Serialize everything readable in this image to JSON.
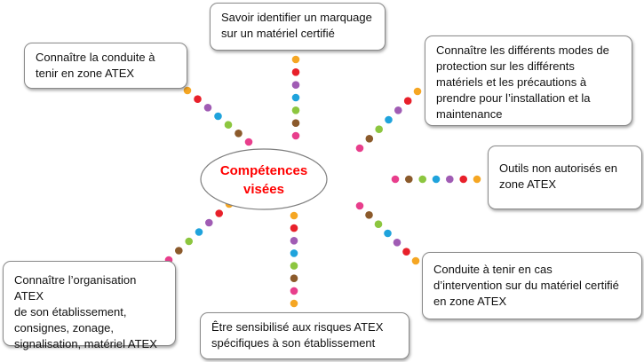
{
  "center": {
    "label": "Compétences\nvisées",
    "color": "#ff0000"
  },
  "boxes": {
    "marquage": "Savoir identifier un marquage\nsur un matériel certifié",
    "conduite": "Connaître la conduite à\ntenir en zone ATEX",
    "protection": "Connaître les différents modes de\nprotection sur les différents\nmatériels et les précautions à\nprendre pour l’installation et la\nmaintenance",
    "outils": "Outils non autorisés en\nzone ATEX",
    "intervention": "Conduite à tenir en cas\nd’intervention sur du matériel certifié\nen zone ATEX",
    "sensibilise": "Être sensibilisé aux risques ATEX\nspécifiques à son établissement",
    "organisation": "Connaître l’organisation ATEX\nde son établissement,\nconsignes, zonage,\nsignalisation, matériel ATEX"
  },
  "dot_colors": [
    "#f5a623",
    "#e8202a",
    "#a05cb4",
    "#1fa3dc",
    "#8cc63f",
    "#8b5a2b",
    "#e83e8c"
  ]
}
